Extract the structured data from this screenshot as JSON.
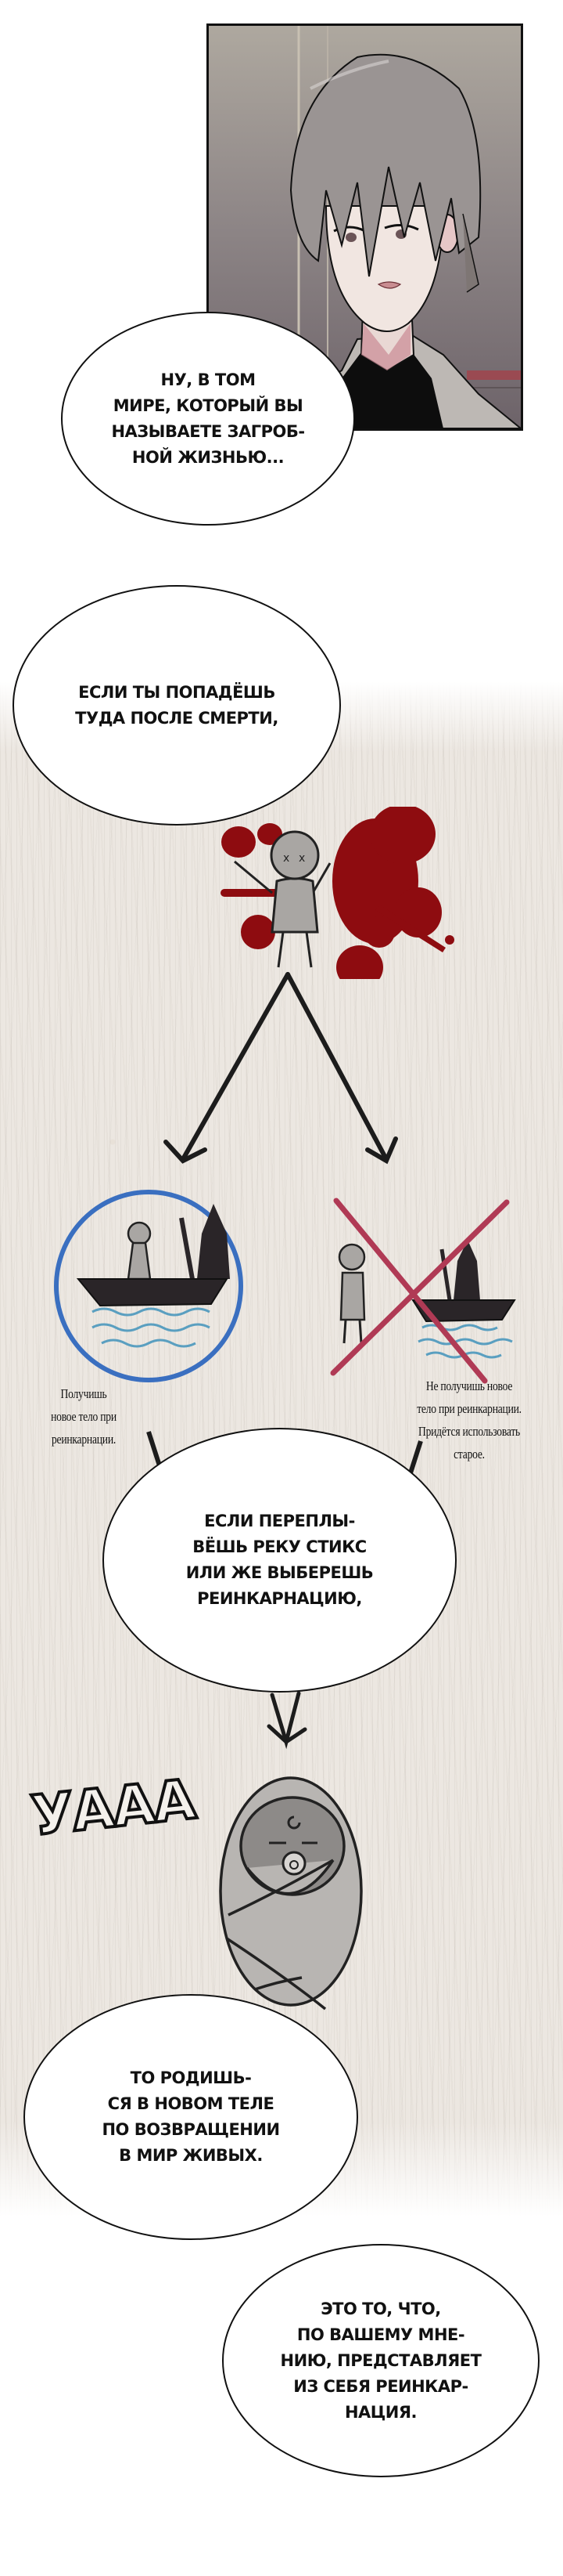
{
  "page": {
    "type": "webtoon-strip",
    "background_color": "#ffffff",
    "texture_color": "#ece7e1"
  },
  "panel": {
    "description": "Grey-haired young man in black shirt and light grey jacket, looking sideways with slightly open mouth",
    "hair_color": "#9a9493",
    "shirt_color": "#0d0d0d",
    "jacket_color": "#bdb8b4",
    "background_color": "#8a8280"
  },
  "bubbles": [
    {
      "id": "b1",
      "text": "НУ, В ТОМ\nМИРЕ, КОТОРЫЙ ВЫ\nНАЗЫВАЕТЕ ЗАГРОБ-\nНОЙ ЖИЗНЬЮ..."
    },
    {
      "id": "b2",
      "text": "ЕСЛИ ТЫ ПОПАДЁШЬ\nТУДА ПОСЛЕ СМЕРТИ,"
    },
    {
      "id": "b3",
      "text": "ЕСЛИ ПЕРЕПЛЫ-\nВЁШЬ РЕКУ СТИКС\nИЛИ ЖЕ ВЫБЕРЕШЬ\nРЕИНКАРНАЦИЮ,"
    },
    {
      "id": "b4",
      "text": "ТО РОДИШЬ-\nСЯ В НОВОМ ТЕЛЕ\nПО ВОЗВРАЩЕНИИ\nВ МИР ЖИВЫХ."
    },
    {
      "id": "b5",
      "text": "ЭТО ТО, ЧТО,\nПО ВАШЕМУ МНЕ-\nНИЮ, ПРЕДСТАВЛЯЕТ\nИЗ СЕБЯ РЕИНКАР-\nНАЦИЯ."
    }
  ],
  "diagram": {
    "dead_figure": "stick doll with X eyes in blood splatter",
    "blood_color": "#8e0c10",
    "left_option": {
      "caption": "Получишь\nновое тело при\nреинкарнации.",
      "circle_color": "#3a6fc0",
      "illustration": "figure in boat with ferryman on river"
    },
    "right_option": {
      "caption": "Не получишь новое\nтело при реинкарнации.\nПридётся использовать\nстарое.",
      "cross_color": "#b03a55",
      "illustration": "figure standing beside boat with ferryman, crossed out"
    },
    "water_color": "#5a9fc0",
    "boat_color": "#2a2528"
  },
  "sfx": {
    "text": "УААА"
  },
  "baby": {
    "description": "swaddled baby with pacifier and curl on forehead"
  }
}
